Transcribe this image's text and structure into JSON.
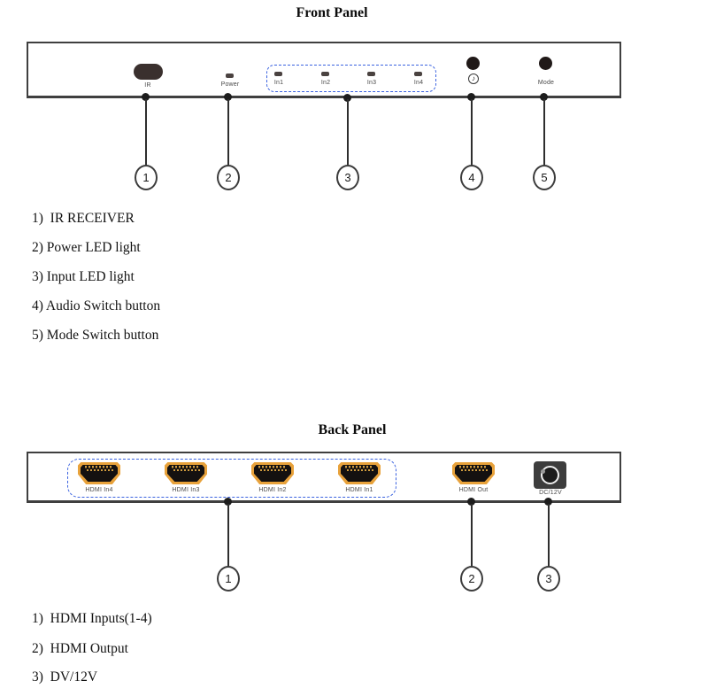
{
  "front_panel": {
    "title": "Front Panel",
    "ir_label": "IR",
    "power_label": "Power",
    "input_leds": [
      "In1",
      "In2",
      "In3",
      "In4"
    ],
    "audio_icon_glyph": "♪",
    "mode_label": "Mode",
    "callouts": [
      "1",
      "2",
      "3",
      "4",
      "5"
    ],
    "list": [
      "1)  IR RECEIVER",
      "2) Power LED light",
      "3) Input LED light",
      "4) Audio Switch button",
      "5) Mode Switch button"
    ]
  },
  "back_panel": {
    "title": "Back Panel",
    "hdmi_inputs": [
      "HDMI In4",
      "HDMI In3",
      "HDMI In2",
      "HDMI In1"
    ],
    "hdmi_output": "HDMI Out",
    "dc_label": "DC/12V",
    "callouts": [
      "1",
      "2",
      "3"
    ],
    "list": [
      "1)  HDMI Inputs(1-4)",
      "2)  HDMI Output",
      "3)  DV/12V"
    ]
  },
  "colors": {
    "hdmi_gold": "#E8A23B",
    "dashed_highlight_blue": "#3A62E0",
    "panel_outline": "#3F3F3F"
  }
}
